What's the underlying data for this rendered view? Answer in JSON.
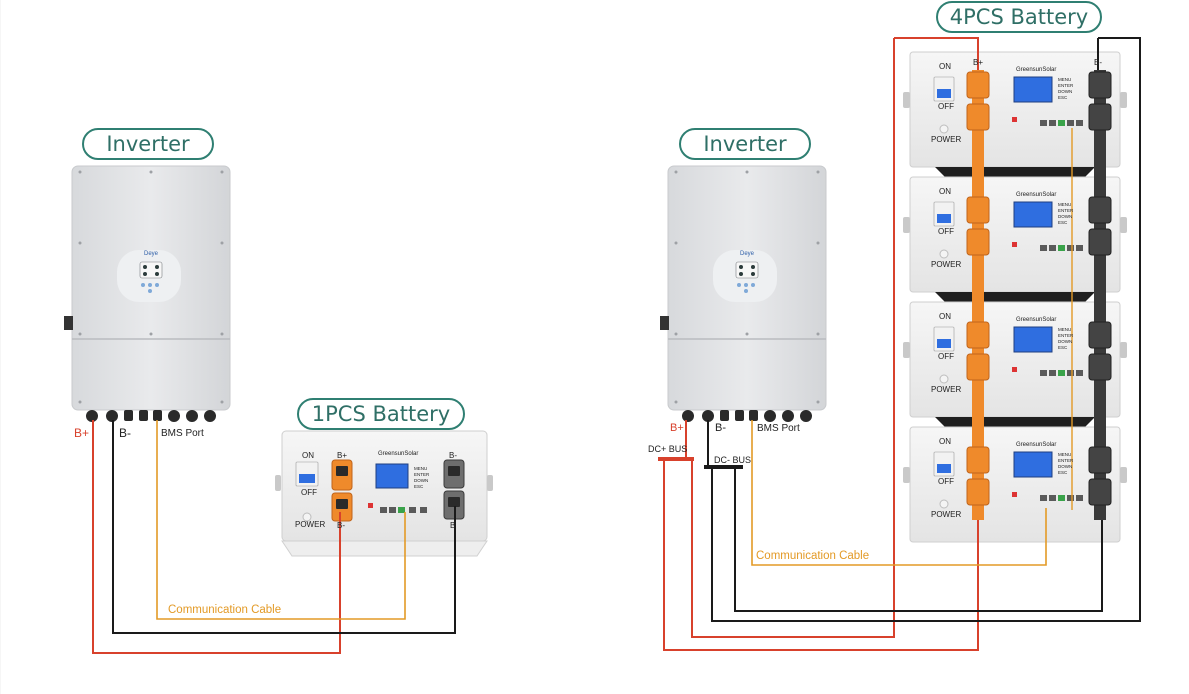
{
  "left": {
    "inverter_title": "Inverter",
    "battery_title": "1PCS Battery",
    "inverter_brand": "Deye",
    "label_bplus": "B+",
    "label_bminus": "B-",
    "label_bms": "BMS Port",
    "label_comm": "Communication Cable",
    "battery": {
      "brand": "GreensunSolar",
      "on": "ON",
      "off": "OFF",
      "power": "POWER",
      "bplus": "B+",
      "bminus": "B-",
      "bminus_right": "B-",
      "b_right": "B",
      "menu": [
        "MENU",
        "ENTER",
        "DOWN",
        "ESC"
      ]
    }
  },
  "right": {
    "inverter_title": "Inverter",
    "battery_title": "4PCS Battery",
    "inverter_brand": "Deye",
    "label_bplus": "B+",
    "label_bminus": "B-",
    "label_bms": "BMS Port",
    "label_dcplus": "DC+ BUS",
    "label_dcminus": "DC- BUS",
    "label_comm": "Communication Cable",
    "top_bplus": "B+",
    "top_bminus": "B-",
    "battery": {
      "brand": "GreensunSolar",
      "on": "ON",
      "off": "OFF",
      "power": "POWER",
      "menu": [
        "MENU",
        "ENTER",
        "DOWN",
        "ESC"
      ]
    }
  },
  "colors": {
    "teal": "#2f7f72",
    "red": "#d8412c",
    "black": "#1a1a1a",
    "orange": "#e39a26",
    "terminal": "#ef8a2b",
    "screen": "#2f6ee0"
  }
}
